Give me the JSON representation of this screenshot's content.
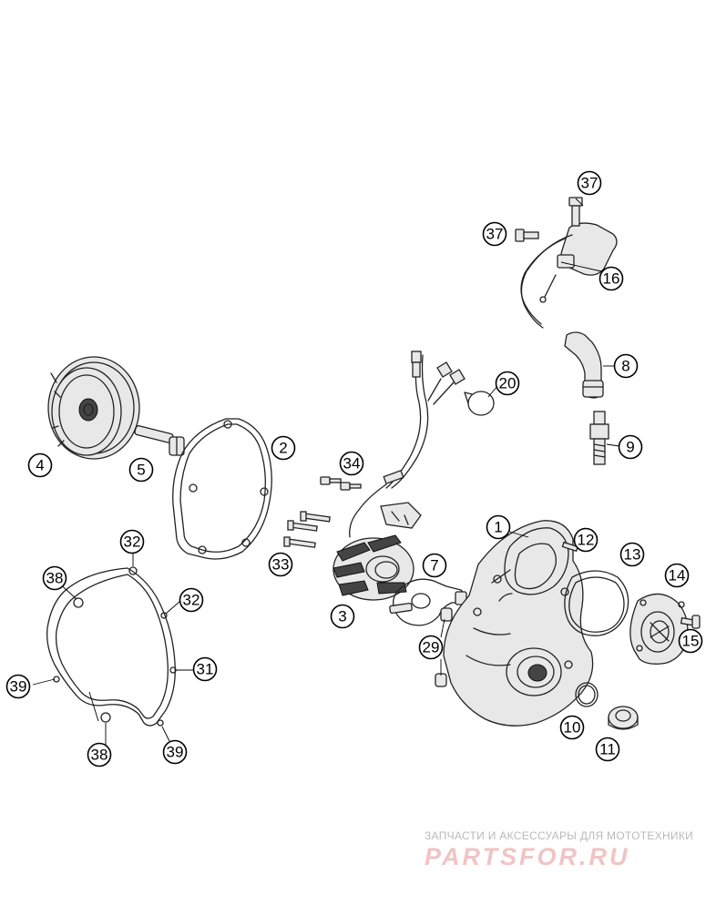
{
  "diagram": {
    "labels": [
      {
        "id": "1",
        "text": "1"
      },
      {
        "id": "2",
        "text": "2"
      },
      {
        "id": "3",
        "text": "3"
      },
      {
        "id": "4",
        "text": "4"
      },
      {
        "id": "5",
        "text": "5"
      },
      {
        "id": "7",
        "text": "7"
      },
      {
        "id": "8",
        "text": "8"
      },
      {
        "id": "9",
        "text": "9"
      },
      {
        "id": "10",
        "text": "10"
      },
      {
        "id": "11",
        "text": "11"
      },
      {
        "id": "12",
        "text": "12"
      },
      {
        "id": "13",
        "text": "13"
      },
      {
        "id": "14",
        "text": "14"
      },
      {
        "id": "15",
        "text": "15"
      },
      {
        "id": "16",
        "text": "16"
      },
      {
        "id": "20",
        "text": "20"
      },
      {
        "id": "29",
        "text": "29"
      },
      {
        "id": "31",
        "text": "31"
      },
      {
        "id": "32a",
        "text": "32"
      },
      {
        "id": "32b",
        "text": "32"
      },
      {
        "id": "33",
        "text": "33"
      },
      {
        "id": "34",
        "text": "34"
      },
      {
        "id": "37a",
        "text": "37"
      },
      {
        "id": "37b",
        "text": "37"
      },
      {
        "id": "38a",
        "text": "38"
      },
      {
        "id": "38b",
        "text": "38"
      },
      {
        "id": "39a",
        "text": "39"
      },
      {
        "id": "39b",
        "text": "39"
      }
    ]
  },
  "watermark": {
    "subtitle": "ЗАПЧАСТИ И АКСЕССУАРЫ ДЛЯ МОТОТЕХНИКИ",
    "logo": "PARTSFOR.RU"
  }
}
